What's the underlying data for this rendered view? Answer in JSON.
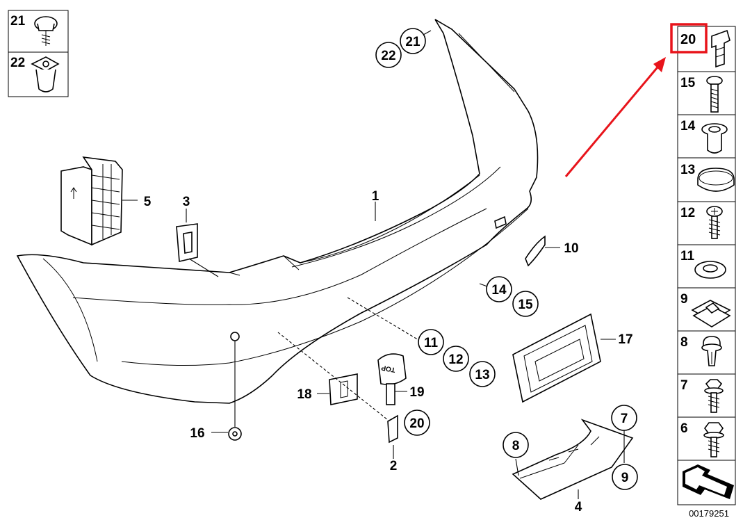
{
  "diagram_id": "00179251",
  "highlight_color": "#e8141b",
  "callouts": {
    "c1": "1",
    "c2": "2",
    "c3": "3",
    "c4": "4",
    "c5": "5",
    "c7": "7",
    "c8": "8",
    "c9": "9",
    "c10": "10",
    "c11": "11",
    "c12": "12",
    "c13": "13",
    "c14": "14",
    "c15": "15",
    "c16": "16",
    "c17": "17",
    "c18": "18",
    "c19": "19",
    "c20": "20",
    "c21": "21",
    "c22": "22"
  },
  "top_left_legend": [
    {
      "number": "21",
      "icon": "collar-screw-icon"
    },
    {
      "number": "22",
      "icon": "expanding-nut-icon"
    }
  ],
  "right_legend": [
    {
      "number": "20",
      "icon": "clip-icon",
      "highlighted": true
    },
    {
      "number": "15",
      "icon": "screw-icon"
    },
    {
      "number": "14",
      "icon": "bushing-icon"
    },
    {
      "number": "13",
      "icon": "plug-cap-icon"
    },
    {
      "number": "12",
      "icon": "self-tapping-screw-icon"
    },
    {
      "number": "11",
      "icon": "washer-icon"
    },
    {
      "number": "9",
      "icon": "speed-nut-icon"
    },
    {
      "number": "8",
      "icon": "expanding-rivet-icon"
    },
    {
      "number": "7",
      "icon": "collar-screw-icon"
    },
    {
      "number": "6",
      "icon": "hex-screw-icon"
    },
    {
      "number": "",
      "icon": "arrow-navigation-icon"
    }
  ]
}
